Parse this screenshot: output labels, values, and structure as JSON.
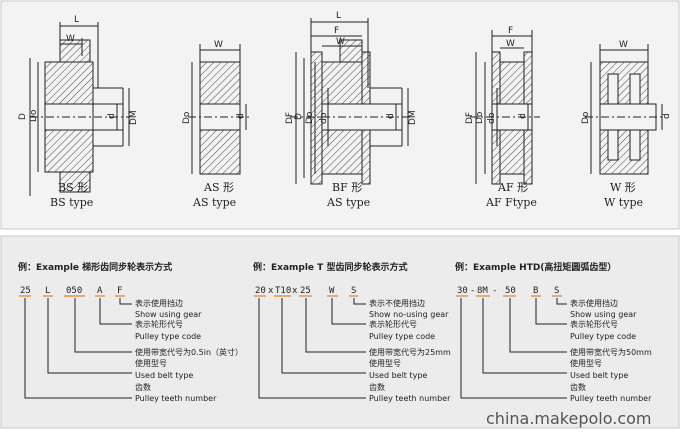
{
  "colors": {
    "top_bg": "#f3f3f3",
    "bottom_bg": "#ececec",
    "line": "#222222",
    "code_box": "#e67e22",
    "watermark": "#3a3a3a"
  },
  "diagrams": [
    {
      "id": "bs",
      "name": "BS 形",
      "type": "BS type",
      "dims_left": [
        "D",
        "Do"
      ],
      "dims_right": [
        "d",
        "DM"
      ],
      "dims_top": [
        "L",
        "W"
      ]
    },
    {
      "id": "as",
      "name": "AS 形",
      "type": "AS type",
      "dims_left": [
        "Do"
      ],
      "dims_right": [
        "d"
      ],
      "dims_top": [
        "W"
      ]
    },
    {
      "id": "bf",
      "name": "BF 形",
      "type": "AS type",
      "dims_left": [
        "DF",
        "D",
        "Do",
        "db"
      ],
      "dims_right": [
        "d",
        "DM"
      ],
      "dims_top": [
        "L",
        "F",
        "W"
      ]
    },
    {
      "id": "af",
      "name": "AF 形",
      "type": "AF Ftype",
      "dims_left": [
        "DF",
        "Do",
        "db"
      ],
      "dims_right": [
        "d"
      ],
      "dims_top": [
        "F",
        "W"
      ]
    },
    {
      "id": "w",
      "name": "W 形",
      "type": "W type",
      "dims_left": [
        "Do"
      ],
      "dims_right": [
        "d"
      ],
      "dims_top": [
        "W"
      ]
    }
  ],
  "examples": [
    {
      "title": "例：Example 梯形齿同步轮表示方式",
      "codes": [
        "25",
        "L",
        "050",
        "A",
        "F"
      ],
      "labels": [
        "表示使用挡边",
        "Show using gear",
        "表示轮形代号",
        "Pulley type code",
        "使用带宽代号为0.5in（英寸）",
        "使用型号",
        "Used belt type",
        "齿数",
        "Pulley teeth number"
      ]
    },
    {
      "title": "例：Example T 型齿同步轮表示方式",
      "codes": [
        "20",
        "T10",
        "25",
        "W",
        "S"
      ],
      "labels": [
        "表示不使用挡边",
        "Show no-using gear",
        "表示轮形代号",
        "Pulley type code",
        "使用带宽代号为25mm",
        "使用型号",
        "Used belt type",
        "齿数",
        "Pulley teeth number"
      ]
    },
    {
      "title": "例：Example HTD(高扭矩圆弧齿型）",
      "codes": [
        "30",
        "8M",
        "50",
        "B",
        "S"
      ],
      "labels": [
        "表示使用挡边",
        "Show using gear",
        "表示轮形代号",
        "Pulley type code",
        "使用带宽代号为50mm",
        "使用型号",
        "Used belt type",
        "齿数",
        "Pulley teeth number"
      ]
    }
  ],
  "watermark": "china.makepolo.com"
}
